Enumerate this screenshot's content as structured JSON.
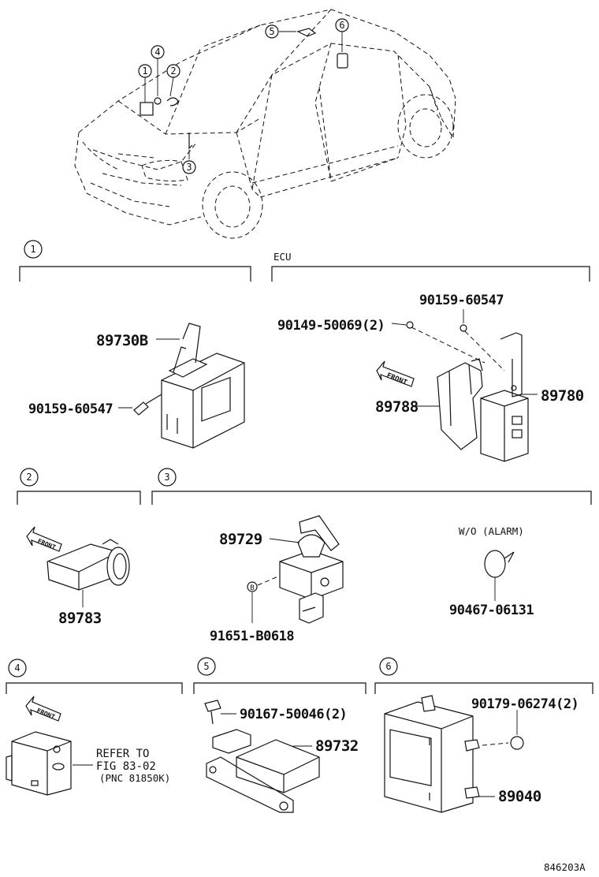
{
  "overview": {
    "callouts": [
      "1",
      "4",
      "2",
      "3",
      "5",
      "6"
    ]
  },
  "sections": [
    {
      "id": "1",
      "title": "",
      "parts": [
        "89730B",
        "90159-60547"
      ]
    },
    {
      "id": "ecu",
      "title": "ECU",
      "parts": [
        "90159-60547",
        "90149-50069(2)",
        "89780",
        "89788"
      ],
      "front": "FRONT"
    },
    {
      "id": "2",
      "title": "",
      "parts": [
        "89783"
      ],
      "front": "FRONT"
    },
    {
      "id": "3",
      "title": "",
      "parts": [
        "89729",
        "91651-B0618",
        "90467-06131"
      ],
      "note": "W/O  (ALARM)",
      "bullet": "B"
    },
    {
      "id": "4",
      "title": "",
      "front": "FRONT",
      "refer": [
        "REFER TO",
        "FIG 83-02",
        "(PNC 81850K)"
      ]
    },
    {
      "id": "5",
      "title": "",
      "parts": [
        "90167-50046(2)",
        "89732"
      ]
    },
    {
      "id": "6",
      "title": "",
      "parts": [
        "90179-06274(2)",
        "89040"
      ]
    }
  ],
  "footer": {
    "code": "846203A"
  }
}
